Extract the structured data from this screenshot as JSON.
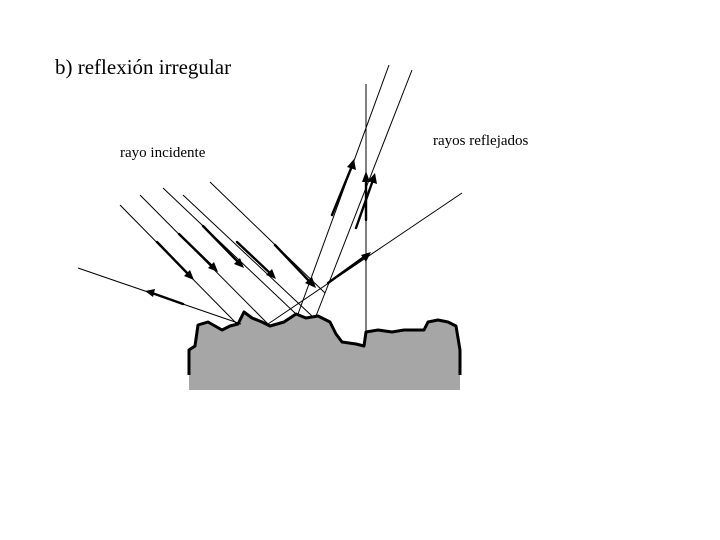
{
  "diagram": {
    "title": "b) reflexión irregular",
    "label_incident": "rayo incidente",
    "label_reflected": "rayos reflejados"
  },
  "colors": {
    "surface_fill": "#a6a6a6",
    "line": "#000000",
    "background": "#ffffff"
  }
}
